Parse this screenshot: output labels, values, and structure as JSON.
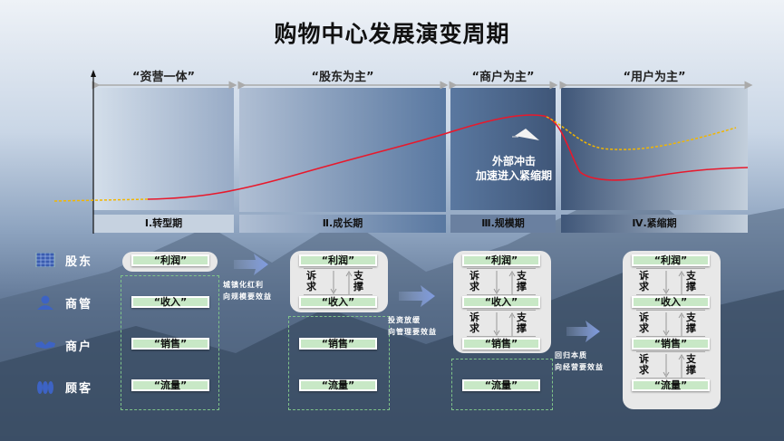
{
  "title": "购物中心发展演变周期",
  "stages": [
    {
      "head": "“资营一体”",
      "phase": "Ⅰ.转型期"
    },
    {
      "head": "“股东为主”",
      "phase": "Ⅱ.成长期"
    },
    {
      "head": "“商户为主”",
      "phase": "Ⅲ.规模期"
    },
    {
      "head": "“用户为主”",
      "phase": "Ⅳ.紧缩期"
    }
  ],
  "shock_note": [
    "外部冲击",
    "加速进入紧缩期"
  ],
  "rows": [
    {
      "label": "股东",
      "icon": "calendar-grid-icon"
    },
    {
      "label": "商管",
      "icon": "person-icon"
    },
    {
      "label": "商户",
      "icon": "handshake-icon"
    },
    {
      "label": "顾客",
      "icon": "people-icon"
    }
  ],
  "items": [
    "“利润”",
    "“收入”",
    "“销售”",
    "“流量”"
  ],
  "request_label": "诉求",
  "support_label": "支撑",
  "transitions": [
    [
      "城镇化红利",
      "向规模要效益"
    ],
    [
      "投资放缓",
      "向管理要效益"
    ],
    [
      "回归本质",
      "向经营要效益"
    ]
  ],
  "colors": {
    "curve": "#e8192c",
    "forecast": "#f2b600",
    "label_fill": "#c8e8c6",
    "dashed_border": "#7fc38a"
  }
}
